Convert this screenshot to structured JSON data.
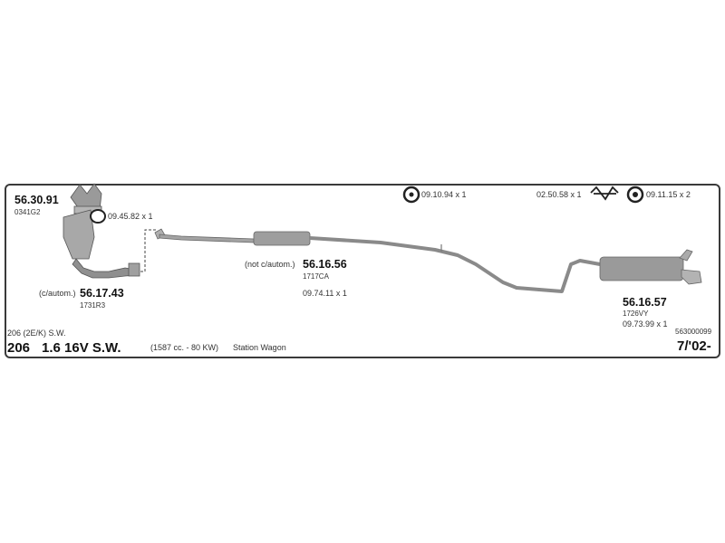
{
  "parts": {
    "catalyst_manifold": {
      "number": "56.30.91",
      "code": "0341G2"
    },
    "gasket": {
      "label": "09.45.82 x 1"
    },
    "catalyst_auto": {
      "prefix": "(c/autom.)",
      "number": "56.17.43",
      "code": "1731R3"
    },
    "middle_muffler": {
      "prefix": "(not c/autom.)",
      "number": "56.16.56",
      "code": "1717CA",
      "accessory": "09.74.11 x 1"
    },
    "rear_muffler": {
      "number": "56.16.57",
      "code": "1726VY",
      "accessory": "09.73.99 x 1"
    },
    "hanger_top": {
      "label": "09.10.94 x 1"
    },
    "clamp": {
      "label": "02.50.58 x 1"
    },
    "hanger_right": {
      "label": "09.11.15 x 2"
    }
  },
  "vehicle": {
    "subtitle": "206 (2E/K) S.W.",
    "model": "206",
    "engine": "1.6 16V S.W.",
    "spec": "(1587 cc. - 80 KW)",
    "body": "Station Wagon",
    "diagram_code": "563000099",
    "year": "7/'02-"
  }
}
